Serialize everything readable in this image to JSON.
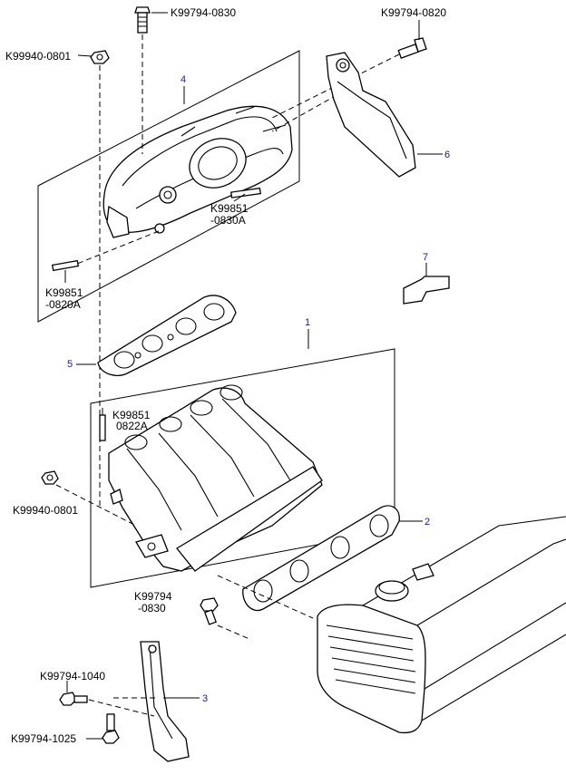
{
  "callouts": {
    "c1": "1",
    "c2": "2",
    "c3": "3",
    "c4": "4",
    "c5": "5",
    "c6": "6",
    "c7": "7"
  },
  "labels": {
    "bolt_top": "K99794-0830",
    "bolt_top_right": "K99794-0820",
    "nut_top_left": "K99940-0801",
    "stud_center_1": "K99851",
    "stud_center_2": "-0830A",
    "stud_left_1": "K99851",
    "stud_left_2": "-0820A",
    "stud_mid_1": "K99851",
    "stud_mid_2": "0822A",
    "nut_mid_left": "K99940-0801",
    "bolt_lower_1": "K99794",
    "bolt_lower_2": "-0830",
    "bolt_bottom_1": "K99794-1040",
    "bolt_bottom_2": "K99794-1025"
  }
}
